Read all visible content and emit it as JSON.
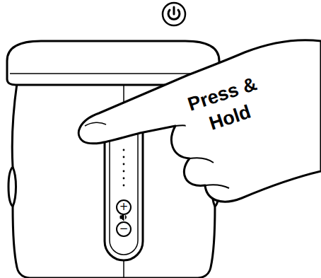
{
  "diagram": {
    "nodes": [
      {
        "text": [
          "+"
        ]
      },
      {
        "text": [
          "−"
        ]
      }
    ],
    "labels": [
      "Press & Hold"
    ]
  }
}
